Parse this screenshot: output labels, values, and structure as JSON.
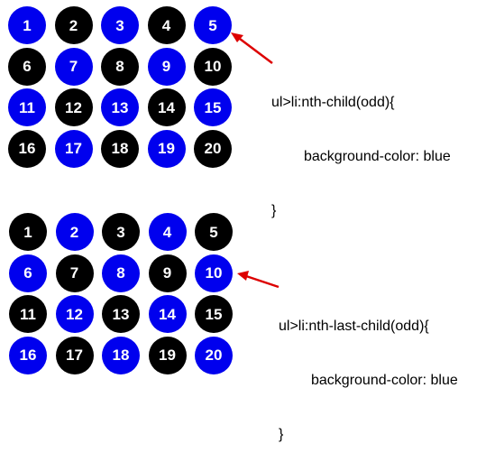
{
  "colors": {
    "blue": "#0000ee",
    "black": "#000000",
    "arrow": "#dd0000"
  },
  "examples": [
    {
      "selector_line": "ul>li:nth-child(odd){",
      "property_line": "background-color: blue",
      "closing_line": "}",
      "items": [
        {
          "label": "1",
          "color": "blue"
        },
        {
          "label": "2",
          "color": "black"
        },
        {
          "label": "3",
          "color": "blue"
        },
        {
          "label": "4",
          "color": "black"
        },
        {
          "label": "5",
          "color": "blue"
        },
        {
          "label": "6",
          "color": "black"
        },
        {
          "label": "7",
          "color": "blue"
        },
        {
          "label": "8",
          "color": "black"
        },
        {
          "label": "9",
          "color": "blue"
        },
        {
          "label": "10",
          "color": "black"
        },
        {
          "label": "11",
          "color": "blue"
        },
        {
          "label": "12",
          "color": "black"
        },
        {
          "label": "13",
          "color": "blue"
        },
        {
          "label": "14",
          "color": "black"
        },
        {
          "label": "15",
          "color": "blue"
        },
        {
          "label": "16",
          "color": "black"
        },
        {
          "label": "17",
          "color": "blue"
        },
        {
          "label": "18",
          "color": "black"
        },
        {
          "label": "19",
          "color": "blue"
        },
        {
          "label": "20",
          "color": "black"
        }
      ]
    },
    {
      "selector_line": "ul>li:nth-last-child(odd){",
      "property_line": "background-color: blue",
      "closing_line": "}",
      "items": [
        {
          "label": "1",
          "color": "black"
        },
        {
          "label": "2",
          "color": "blue"
        },
        {
          "label": "3",
          "color": "black"
        },
        {
          "label": "4",
          "color": "blue"
        },
        {
          "label": "5",
          "color": "black"
        },
        {
          "label": "6",
          "color": "blue"
        },
        {
          "label": "7",
          "color": "black"
        },
        {
          "label": "8",
          "color": "blue"
        },
        {
          "label": "9",
          "color": "black"
        },
        {
          "label": "10",
          "color": "blue"
        },
        {
          "label": "11",
          "color": "black"
        },
        {
          "label": "12",
          "color": "blue"
        },
        {
          "label": "13",
          "color": "black"
        },
        {
          "label": "14",
          "color": "blue"
        },
        {
          "label": "15",
          "color": "black"
        },
        {
          "label": "16",
          "color": "blue"
        },
        {
          "label": "17",
          "color": "black"
        },
        {
          "label": "18",
          "color": "blue"
        },
        {
          "label": "19",
          "color": "black"
        },
        {
          "label": "20",
          "color": "blue"
        }
      ]
    }
  ]
}
